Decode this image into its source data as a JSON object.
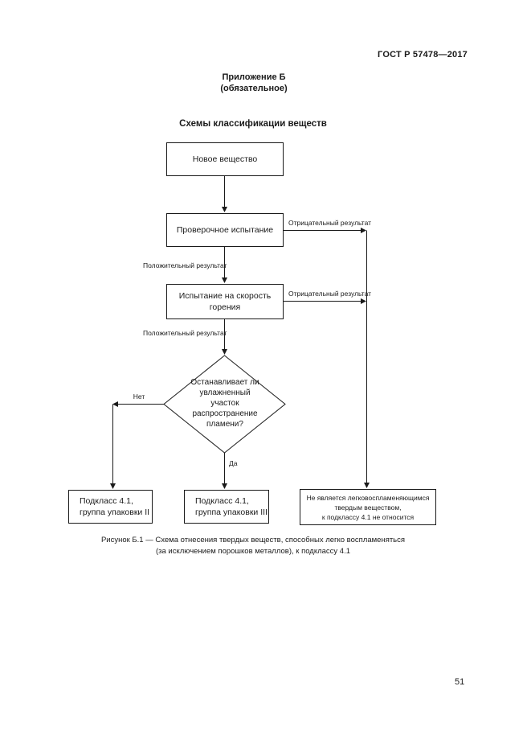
{
  "page": {
    "header_right": "ГОСТ Р 57478—2017",
    "number": "51"
  },
  "annex": {
    "title": "Приложение Б",
    "subtitle": "(обязательное)"
  },
  "section_title": "Схемы классификации веществ",
  "flowchart": {
    "nodes": {
      "new_substance": "Новое вещество",
      "screening_test": "Проверочное испытание",
      "burning_rate_test": {
        "line1": "Испытание на скорость",
        "line2": "горения"
      },
      "decision": {
        "line1": "Останавливает ли",
        "line2": "увлажненный",
        "line3": "участок",
        "line4": "распространение",
        "line5": "пламени?"
      },
      "packing_group_2": {
        "line1": "Подкласс 4.1,",
        "line2": "группа упаковки II"
      },
      "packing_group_3": {
        "line1": "Подкласс 4.1,",
        "line2": "группа упаковки III"
      },
      "not_flammable": {
        "line1": "Не является легковоспламеняющимся",
        "line2": "твердым веществом,",
        "line3": "к подклассу 4.1 не относится"
      }
    },
    "edge_labels": {
      "negative_result": "Отрицательный результат",
      "positive_result": "Положительный результат",
      "no": "Нет",
      "yes": "Да"
    }
  },
  "caption": {
    "line1": "Рисунок Б.1 — Схема отнесения твердых веществ, способных легко воспламеняться",
    "line2": "(за исключением порошков металлов), к подклассу 4.1"
  },
  "colors": {
    "ink": "#1a1a1a",
    "background": "#ffffff"
  }
}
